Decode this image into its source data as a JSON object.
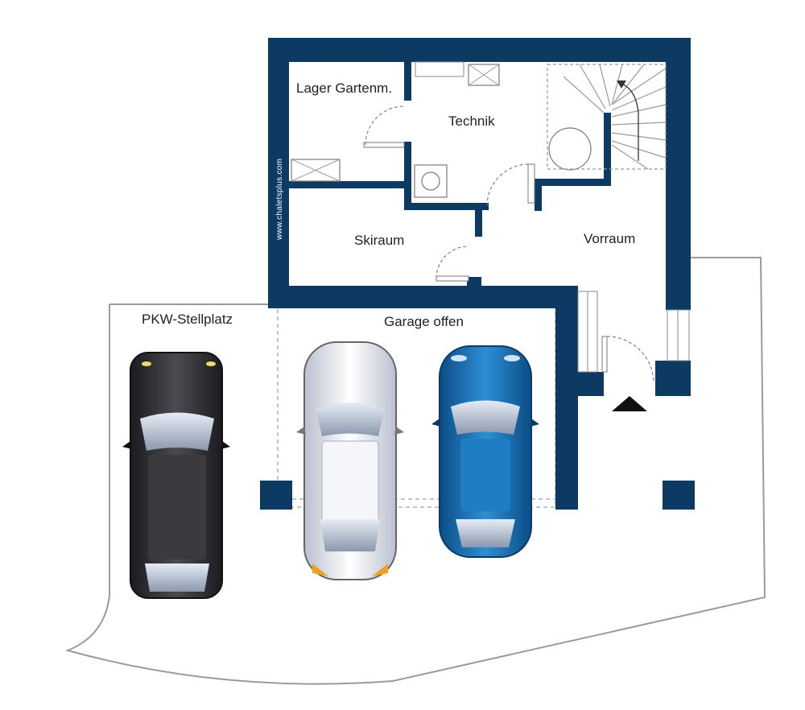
{
  "floor_plan": {
    "rooms": {
      "lager": "Lager Gartenm.",
      "technik": "Technik",
      "skiraum": "Skiraum",
      "vorraum": "Vorraum",
      "garage": "Garage offen",
      "stellplatz": "PKW-Stellplatz"
    },
    "watermark": "www.chaletsplus.com"
  },
  "colors": {
    "wall": "#0d3a63",
    "car_black": "#2b2b2e",
    "car_white": "#e9ecf3",
    "car_blue": "#1a6fb0"
  },
  "cars": [
    {
      "name": "black-car",
      "color": "#2b2b2e"
    },
    {
      "name": "white-car",
      "color": "#e9ecf3"
    },
    {
      "name": "blue-car",
      "color": "#1a6fb0"
    }
  ]
}
